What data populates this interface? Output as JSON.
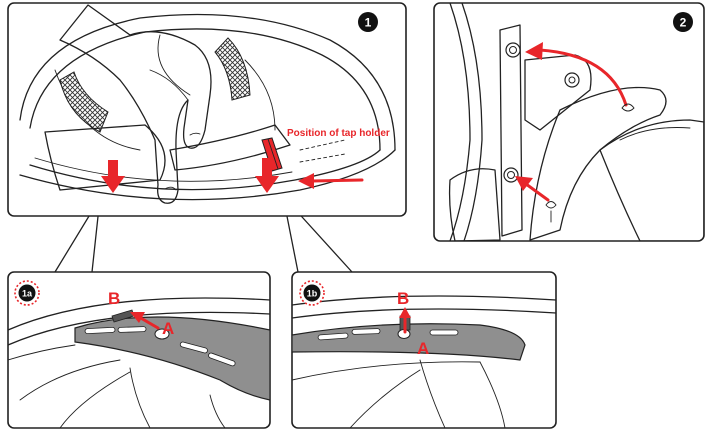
{
  "panels": {
    "step1": {
      "number": "1",
      "callout": "Position of tap holder"
    },
    "step2": {
      "number": "2"
    },
    "detail_1a": {
      "badge": "1a",
      "label_b": "B",
      "label_a": "A"
    },
    "detail_1b": {
      "badge": "1b",
      "label_b": "B",
      "label_a": "A"
    }
  },
  "colors": {
    "accent": "#e8262a",
    "outline": "#222222",
    "pad": "#8f8f8f"
  }
}
